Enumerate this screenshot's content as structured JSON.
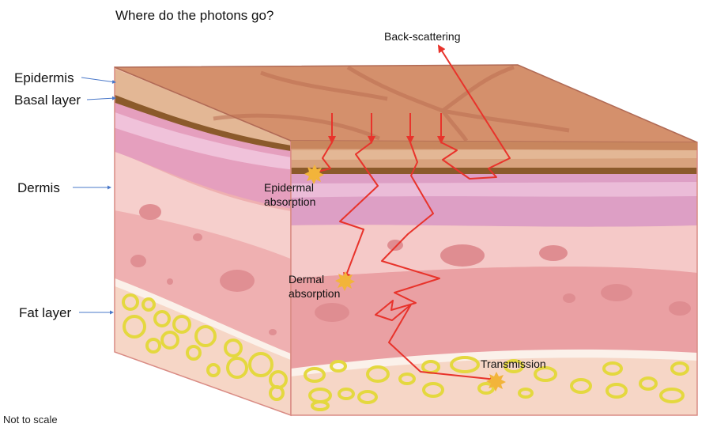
{
  "title": "Where do the photons go?",
  "layers": {
    "epidermis": "Epidermis",
    "basal": "Basal layer",
    "dermis": "Dermis",
    "fat": "Fat layer"
  },
  "annotations": {
    "back_scattering": "Back-scattering",
    "epidermal_1": "Epidermal",
    "epidermal_2": "absorption",
    "dermal_1": "Dermal",
    "dermal_2": "absorption",
    "transmission": "Transmission"
  },
  "footnote": "Not to scale",
  "colors": {
    "photon_path": "#e8332b",
    "absorption_star": "#f2b43a",
    "epidermis_top": "#d4906c",
    "basal_layer": "#8b5a2b",
    "dermis": "#eeaeb0",
    "fat_cells": "#e9e04a",
    "label_arrow": "#4a78c9"
  }
}
